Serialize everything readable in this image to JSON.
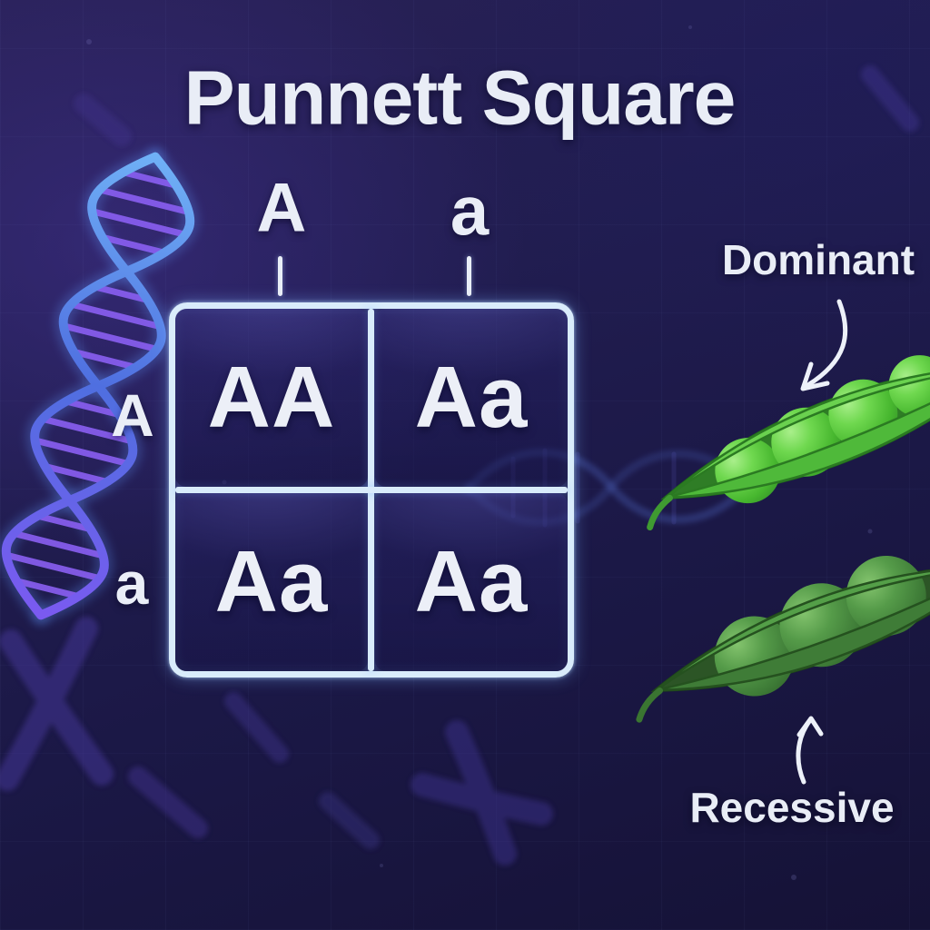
{
  "title": "Punnett Square",
  "punnett_square": {
    "top_parent_alleles": [
      "A",
      "a"
    ],
    "side_parent_alleles": [
      "A",
      "a"
    ],
    "cells": [
      [
        "AA",
        "Aa"
      ],
      [
        "Aa",
        "Aa"
      ]
    ]
  },
  "legend": {
    "dominant_label": "Dominant",
    "recessive_label": "Recessive",
    "dominant_pod_peas": 4,
    "recessive_pod_peas": 3
  },
  "colors": {
    "background_indigo": "#1e1b4d",
    "grid_border_glow": "#d9ecfb",
    "text_light": "#eaeef7",
    "dominant_pod_green": "#4fb93a",
    "dominant_pea_green": "#55c93e",
    "recessive_pod_green": "#3f7c37",
    "recessive_pea_green": "#4a9144",
    "dna_strand_blue": "#5c8df0",
    "dna_rung_purple": "#8a5ff2",
    "chromosome_purple": "#473a9c"
  }
}
